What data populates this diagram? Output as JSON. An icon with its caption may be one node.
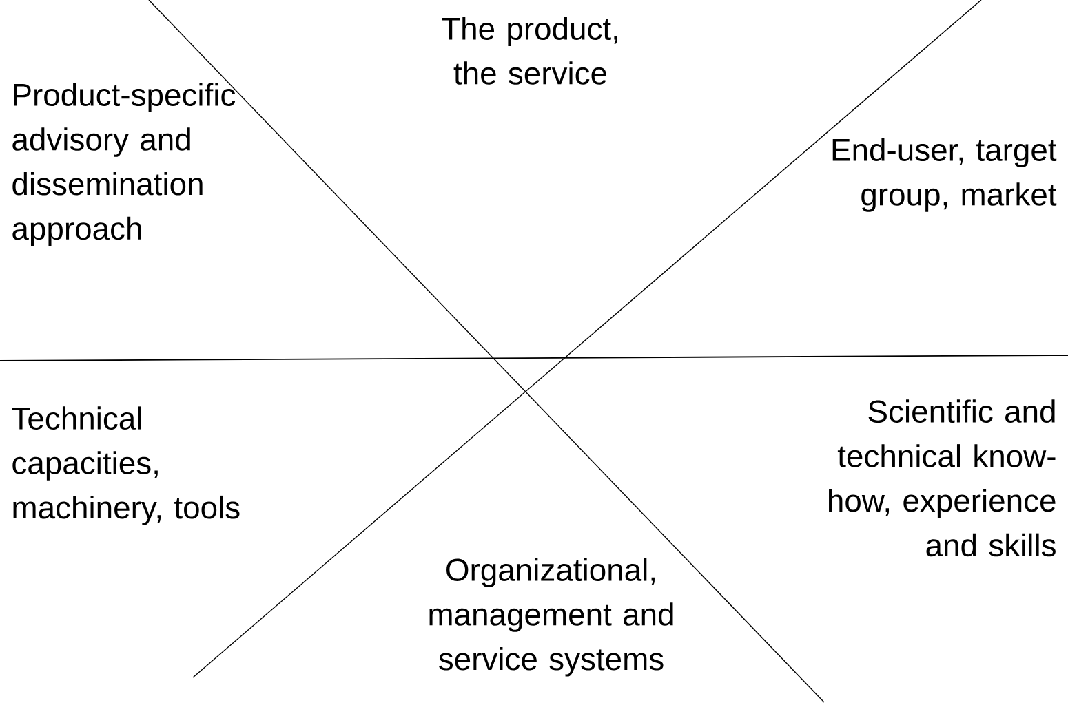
{
  "diagram": {
    "labels": [
      "Product-specific advisory and dissemination approach",
      "The product, the service",
      "End-user, target group, market",
      "Technical capacities, machinery, tools",
      "Organizational, management and service systems",
      "Scientific and technical know-how, experience and skills"
    ]
  }
}
